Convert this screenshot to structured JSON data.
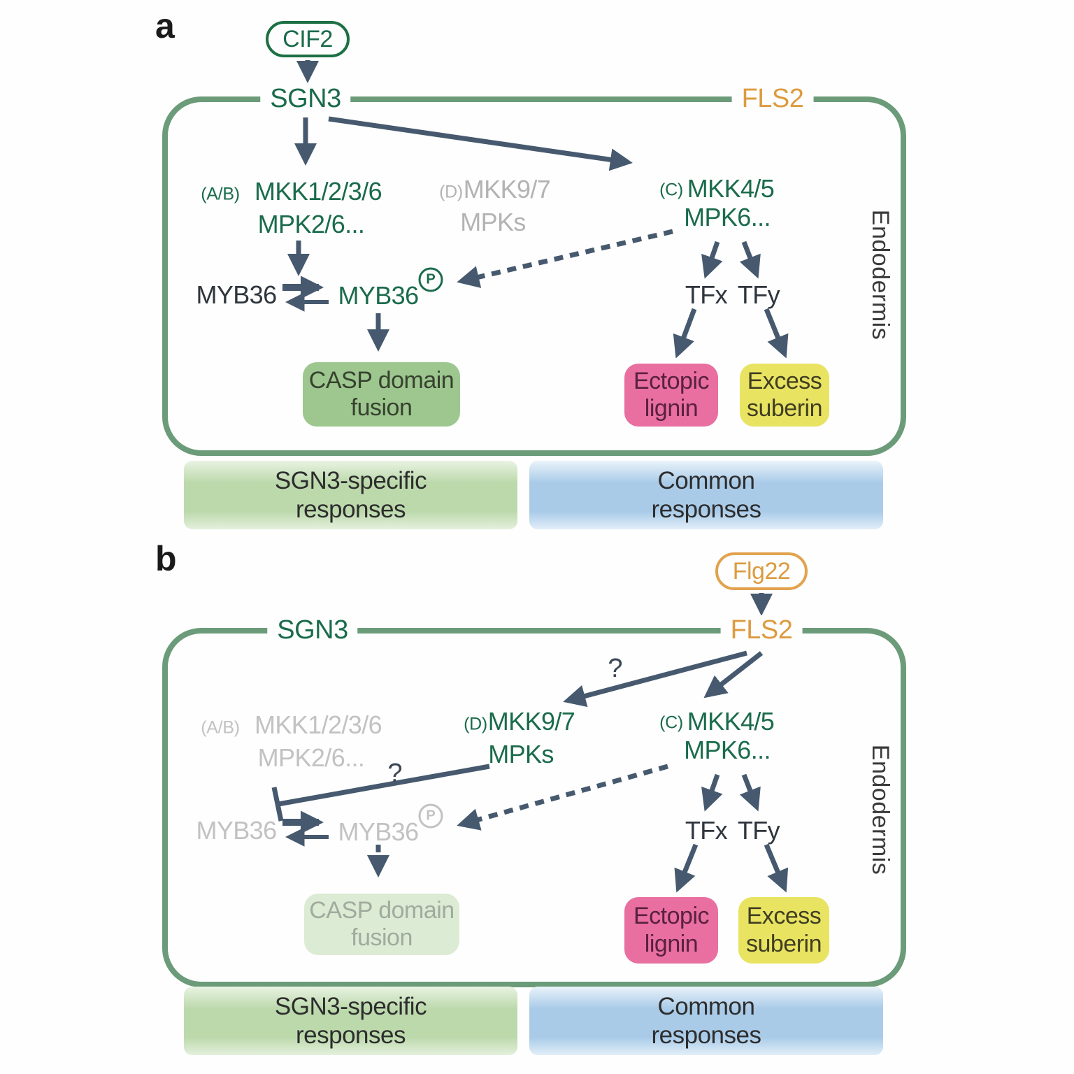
{
  "colors": {
    "membrane_green": "#6b9b79",
    "text_green": "#1a6b4c",
    "text_orange": "#dd9b40",
    "text_gray": "#b3b3b3",
    "text_gray_light": "#c2c2c2",
    "arrow_slate": "#46596e",
    "text_dark": "#2f353d",
    "cif2_green": "#1d7044",
    "flg22_orange": "#e2a24e",
    "casp_fill": "#9dc78f",
    "casp_text": "#37412f",
    "casp_fill_faded": "#dcebd3",
    "casp_text_faded": "#a0ab9e",
    "lignin_fill": "#e96fa1",
    "lignin_text": "#59213d",
    "suberin_fill": "#e9e362",
    "suberin_text": "#3f3e22",
    "band_green": "#bcd9ac",
    "band_blue": "#a9cbe8",
    "band_text": "#2d2d2d"
  },
  "panel_a": {
    "label": "a",
    "ligand": "CIF2",
    "receptor_left": "SGN3",
    "receptor_right": "FLS2",
    "compartment": "Endodermis",
    "module_ab_prefix": "(A/B)",
    "module_ab_line1": "MKK1/2/3/6",
    "module_ab_line2": "MPK2/6...",
    "module_d_prefix": "(D)",
    "module_d_line1": "MKK9/7",
    "module_d_line2": "MPKs",
    "module_c_prefix": "(C)",
    "module_c_line1": "MKK4/5",
    "module_c_line2": "MPK6...",
    "myb36": "MYB36",
    "myb36_phos": "MYB36",
    "phospho_badge": "P",
    "tfx": "TFx",
    "tfy": "TFy",
    "casp_line1": "CASP domain",
    "casp_line2": "fusion",
    "lignin_line1": "Ectopic",
    "lignin_line2": "lignin",
    "suberin_line1": "Excess",
    "suberin_line2": "suberin",
    "band_green_line1": "SGN3-specific",
    "band_green_line2": "responses",
    "band_blue_line1": "Common",
    "band_blue_line2": "responses"
  },
  "panel_b": {
    "label": "b",
    "ligand": "Flg22",
    "receptor_left": "SGN3",
    "receptor_right": "FLS2",
    "compartment": "Endodermis",
    "question_receptor": "?",
    "question_inhibition": "?",
    "module_ab_prefix": "(A/B)",
    "module_ab_line1": "MKK1/2/3/6",
    "module_ab_line2": "MPK2/6...",
    "module_d_prefix": "(D)",
    "module_d_line1": "MKK9/7",
    "module_d_line2": "MPKs",
    "module_c_prefix": "(C)",
    "module_c_line1": "MKK4/5",
    "module_c_line2": "MPK6...",
    "myb36": "MYB36",
    "myb36_phos": "MYB36",
    "phospho_badge": "P",
    "tfx": "TFx",
    "tfy": "TFy",
    "casp_line1": "CASP domain",
    "casp_line2": "fusion",
    "lignin_line1": "Ectopic",
    "lignin_line2": "lignin",
    "suberin_line1": "Excess",
    "suberin_line2": "suberin",
    "band_green_line1": "SGN3-specific",
    "band_green_line2": "responses",
    "band_blue_line1": "Common",
    "band_blue_line2": "responses"
  }
}
